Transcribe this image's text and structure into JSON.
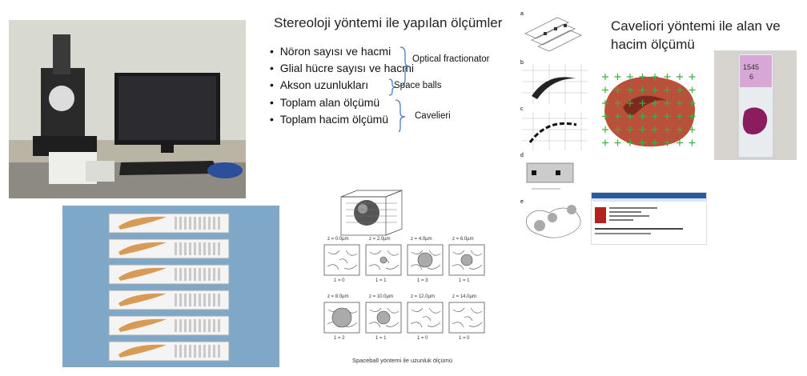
{
  "heading_stereology": "Stereoloji yöntemi ile yapılan ölçümler",
  "bullets": [
    "Nöron sayısı ve hacmi",
    "Glial hücre sayısı ve hacmi",
    "Akson uzunlukları",
    "Toplam alan ölçümü",
    "Toplam hacim ölçümü"
  ],
  "method_labels": {
    "optical": "Optical fractionator",
    "spaceballs": "Space balls",
    "cavalieri": "Cavelieri"
  },
  "heading_cavalieri": "Caveliori yöntemi ile alan ve hacim ölçümü",
  "spaceball_caption": "Spaceball yöntemi ile uzunluk ölçümü",
  "panel_letters": [
    "a",
    "b",
    "c",
    "d",
    "e"
  ],
  "spaceball_frames": [
    {
      "z": "z = 0.0µm",
      "count": "1 = 0"
    },
    {
      "z": "z = 2.0µm",
      "count": "1 = 1"
    },
    {
      "z": "z = 4.0µm",
      "count": "1 = 3"
    },
    {
      "z": "z = 6.0µm",
      "count": "1 = 1"
    },
    {
      "z": "z = 8.0µm",
      "count": "1 = 2"
    },
    {
      "z": "z = 10.0µm",
      "count": "1 = 1"
    },
    {
      "z": "z = 12.0µm",
      "count": "1 = 0"
    },
    {
      "z": "z = 14.0µm",
      "count": "1 = 0"
    }
  ],
  "slide_label": "1545\n6",
  "colors": {
    "accent_brace": "#4a7fc0",
    "cavalieri_grid": "#3cb043",
    "tissue": "#b8503a",
    "stain": "#8b1c5e"
  }
}
